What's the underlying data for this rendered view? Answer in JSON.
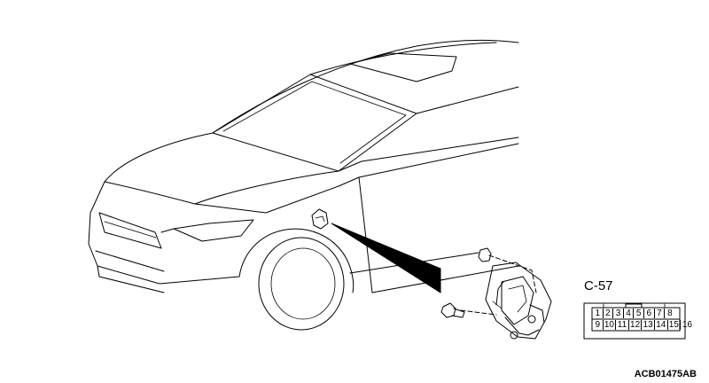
{
  "connector": {
    "label": "C-57",
    "pins_top": [
      "1",
      "2",
      "3",
      "4",
      "5",
      "6",
      "7",
      "8"
    ],
    "pins_bottom": [
      "9",
      "10",
      "11",
      "12",
      "13",
      "14",
      "15",
      "16"
    ]
  },
  "figure_code": "ACB01475AB"
}
